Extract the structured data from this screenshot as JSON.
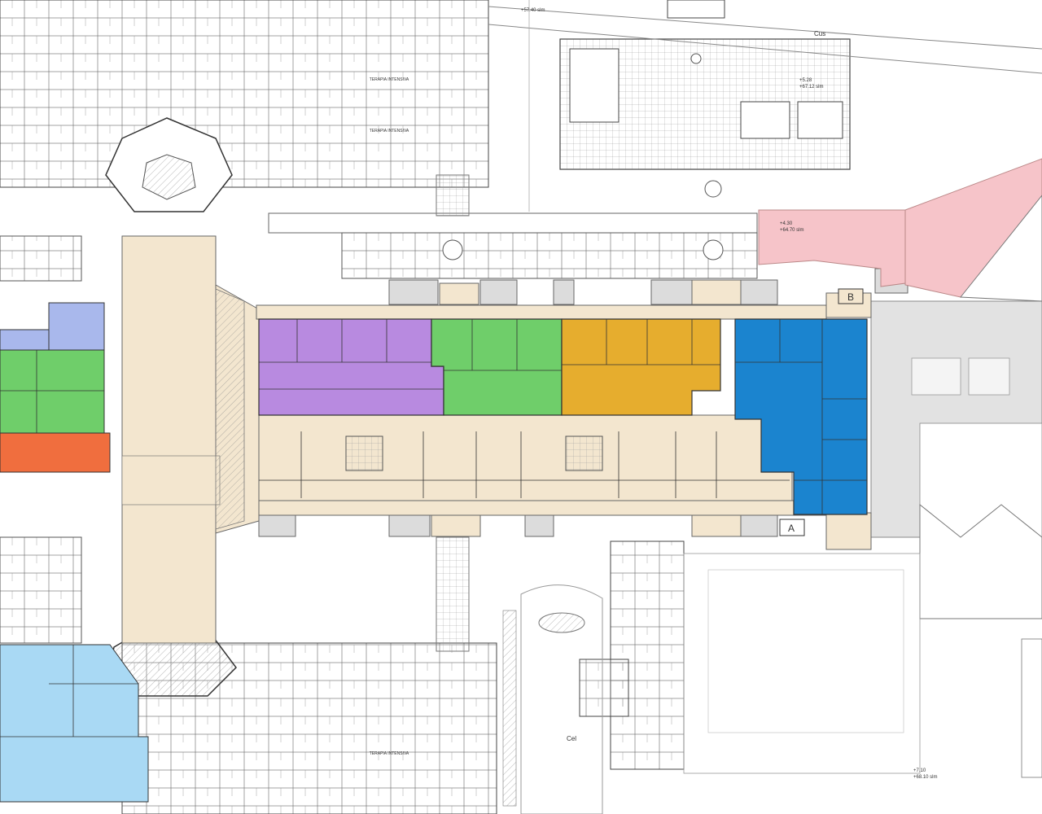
{
  "labels": {
    "terapia_top_1": "TERAPIA INTENSIVA",
    "terapia_top_2": "TERAPIA INTENSIVA",
    "terapia_bottom": "TERAPIA INTENSIVA",
    "stair_a": "A",
    "stair_b": "B",
    "elev_pink_1": "+4.30",
    "elev_pink_2": "+64.70 slm",
    "elev_top_1": "+5.28",
    "elev_top_2": "+67.12 slm",
    "elev_bottom_1": "+7.10",
    "elev_bottom_2": "+68.10 slm",
    "elev_top_left": "+57.40 slm",
    "parking_label": "Cus",
    "cel_label": "Cel"
  },
  "colors": {
    "corridor": "#f3e6cf",
    "purple": "#b88ae0",
    "green": "#6fce6a",
    "orange": "#e6ad2e",
    "blue": "#1b84cf",
    "lavender": "#a9b8ec",
    "red_orange": "#f06e3e",
    "light_blue": "#a9d9f4",
    "pink": "#f6c4c9",
    "grey_area": "#dcdcdc",
    "line": "#555555"
  }
}
